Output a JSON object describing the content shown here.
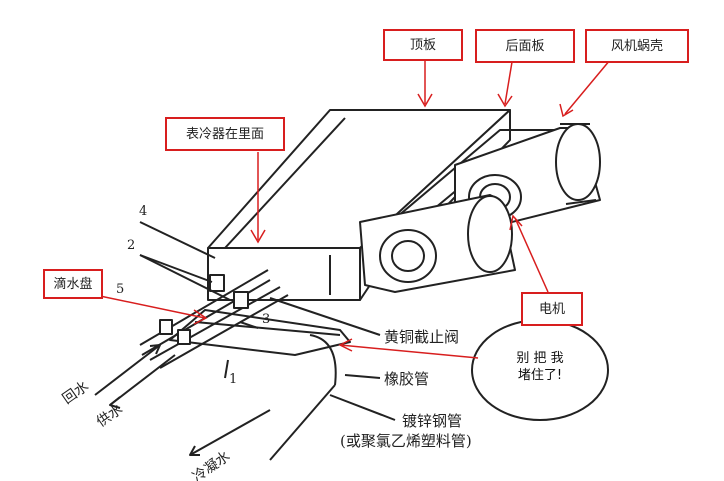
{
  "callouts": {
    "top_panel": "顶板",
    "rear_panel": "后面板",
    "fan_housing": "风机蜗壳",
    "coil_inside": "表冷器在里面",
    "drip_tray": "滴水盘",
    "motor": "电机"
  },
  "bubble": {
    "line1": "别 把 我",
    "line2": "堵住了!"
  },
  "labels": {
    "brass_valve": "黄铜截止阀",
    "rubber_hose": "橡胶管",
    "galv_pipe": "镀锌钢管",
    "pvc_pipe": "(或聚氯乙烯塑料管)",
    "return_water": "回水",
    "supply_water": "供水",
    "condensate": "冷凝水"
  },
  "numbers": {
    "n1": "1",
    "n2": "2",
    "n3": "3",
    "n4": "4",
    "n5": "5"
  },
  "colors": {
    "callout_border": "#d81e1e",
    "line": "#222222"
  }
}
